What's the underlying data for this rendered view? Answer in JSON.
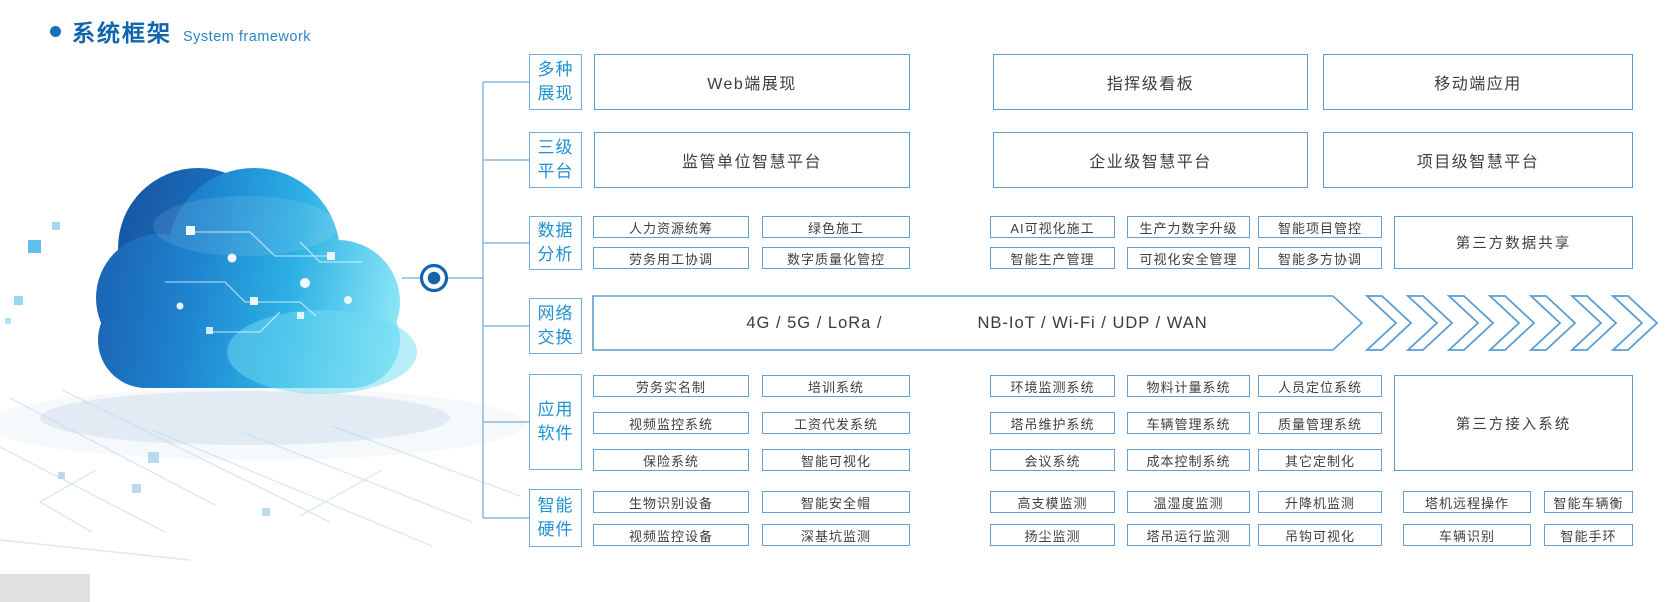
{
  "title": {
    "cn": "系统框架",
    "en": "System framework"
  },
  "colors": {
    "title_blue": "#1164ae",
    "subtitle_blue": "#2e86c5",
    "label_blue": "#2191d1",
    "box_border_blue": "#5e9dd1",
    "connector_blue": "#8ab9dd",
    "hub_blue": "#1565ae",
    "chevron_blue": "#5b9dd3",
    "cloud_dark_blue": "#1b62b2",
    "cloud_cyan": "#93eaf8",
    "box_text": "#3e3e3e"
  },
  "icons": {
    "bullet": "bullet-dot-icon",
    "hub": "hub-node-icon",
    "flow": "chevron-flow-icon"
  },
  "rows": [
    {
      "label": {
        "line1": "多种",
        "line2": "展现"
      },
      "boxes": [
        "Web端展现",
        "指挥级看板",
        "移动端应用"
      ]
    },
    {
      "label": {
        "line1": "三级",
        "line2": "平台"
      },
      "boxes": [
        "监管单位智慧平台",
        "企业级智慧平台",
        "项目级智慧平台"
      ]
    },
    {
      "label": {
        "line1": "数据",
        "line2": "分析"
      },
      "grid": [
        [
          "人力资源统筹",
          "绿色施工",
          "AI可视化施工",
          "生产力数字升级",
          "智能项目管控"
        ],
        [
          "劳务用工协调",
          "数字质量化管控",
          "智能生产管理",
          "可视化安全管理",
          "智能多方协调"
        ]
      ],
      "span_box": "第三方数据共享"
    },
    {
      "label": {
        "line1": "网络",
        "line2": "交换"
      },
      "band": {
        "left": "4G / 5G / LoRa /",
        "right": "NB-IoT / Wi-Fi / UDP / WAN"
      }
    },
    {
      "label": {
        "line1": "应用",
        "line2": "软件"
      },
      "grid": [
        [
          "劳务实名制",
          "培训系统",
          "环境监测系统",
          "物料计量系统",
          "人员定位系统"
        ],
        [
          "视频监控系统",
          "工资代发系统",
          "塔吊维护系统",
          "车辆管理系统",
          "质量管理系统"
        ],
        [
          "保险系统",
          "智能可视化",
          "会议系统",
          "成本控制系统",
          "其它定制化"
        ]
      ],
      "span_box": "第三方接入系统"
    },
    {
      "label": {
        "line1": "智能",
        "line2": "硬件"
      },
      "grid": [
        [
          "生物识别设备",
          "智能安全帽",
          "高支模监测",
          "温湿度监测",
          "升降机监测",
          "塔机远程操作",
          "智能车辆衡"
        ],
        [
          "视频监控设备",
          "深基坑监测",
          "扬尘监测",
          "塔吊运行监测",
          "吊钩可视化",
          "车辆识别",
          "智能手环"
        ]
      ]
    }
  ]
}
